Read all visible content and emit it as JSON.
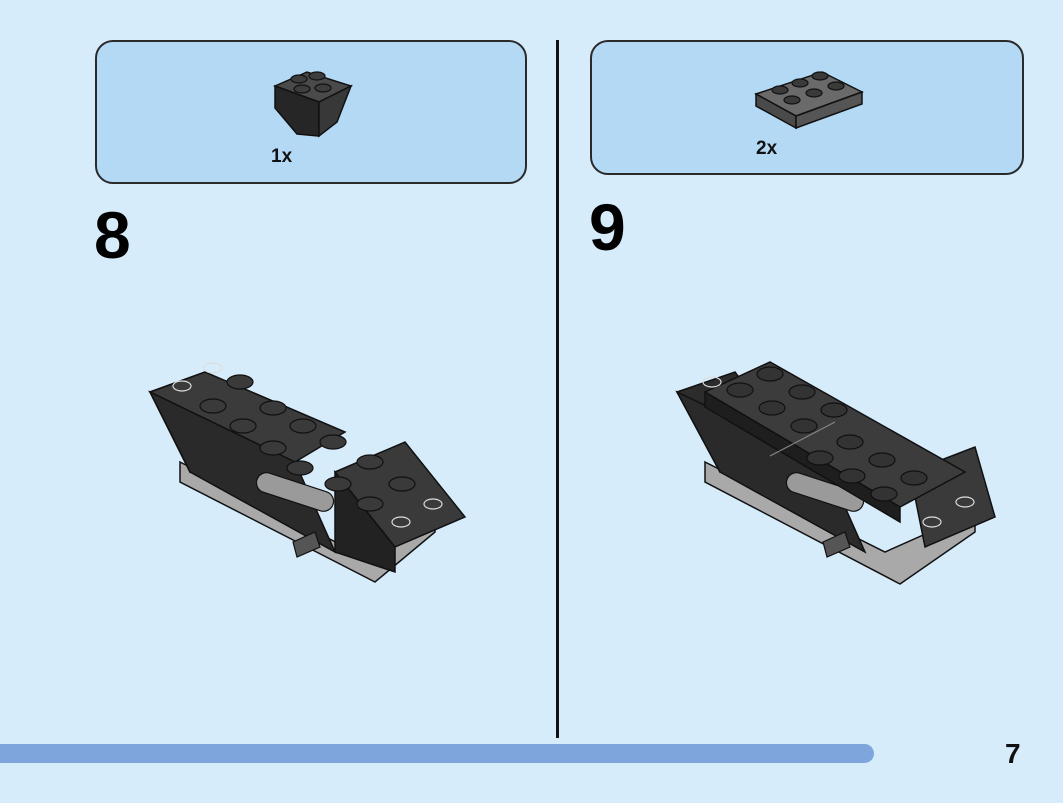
{
  "steps": [
    {
      "number": "8",
      "part_quantity": "1x",
      "part_icon": "inverted-slope-brick-2x2-icon",
      "model_icon": "assembly-step-8-icon"
    },
    {
      "number": "9",
      "part_quantity": "2x",
      "part_icon": "plate-2x3-icon",
      "model_icon": "assembly-step-9-icon"
    }
  ],
  "footer": {
    "page_number": "7",
    "progress": 0.907
  },
  "colors": {
    "background": "#d6ecfb",
    "parts_box": "#b3d9f5",
    "progress": "#7fa6dc",
    "brick_dark": "#2f2f2f",
    "brick_light": "#a9a9a9"
  }
}
